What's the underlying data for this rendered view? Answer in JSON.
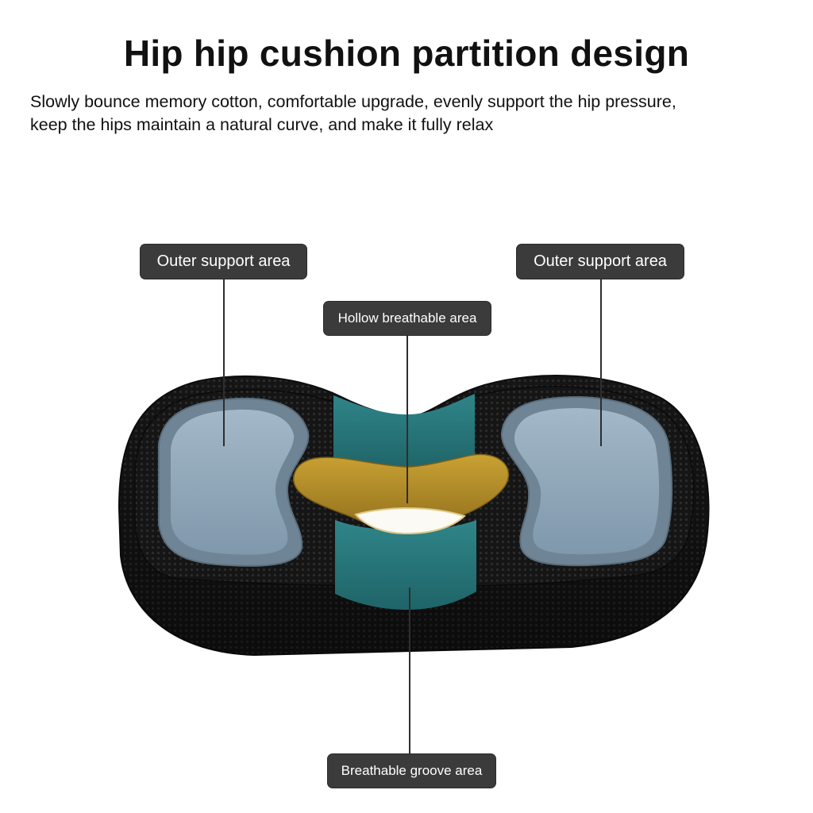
{
  "heading": {
    "title": "Hip hip cushion partition design",
    "line1": "Slowly bounce memory cotton, comfortable upgrade, evenly support the hip pressure,",
    "line2": "keep the hips maintain a natural curve, and make it fully relax"
  },
  "labels": {
    "outer_left": "Outer support area",
    "outer_right": "Outer support area",
    "hollow": "Hollow breathable area",
    "groove": "Breathable groove area"
  },
  "colors": {
    "outer_zone": "#8ea6b8",
    "hollow_zone": "#b8912a",
    "groove_zone": "#2b7a80",
    "mesh": "#141414",
    "callout": "#3b3b3b"
  }
}
